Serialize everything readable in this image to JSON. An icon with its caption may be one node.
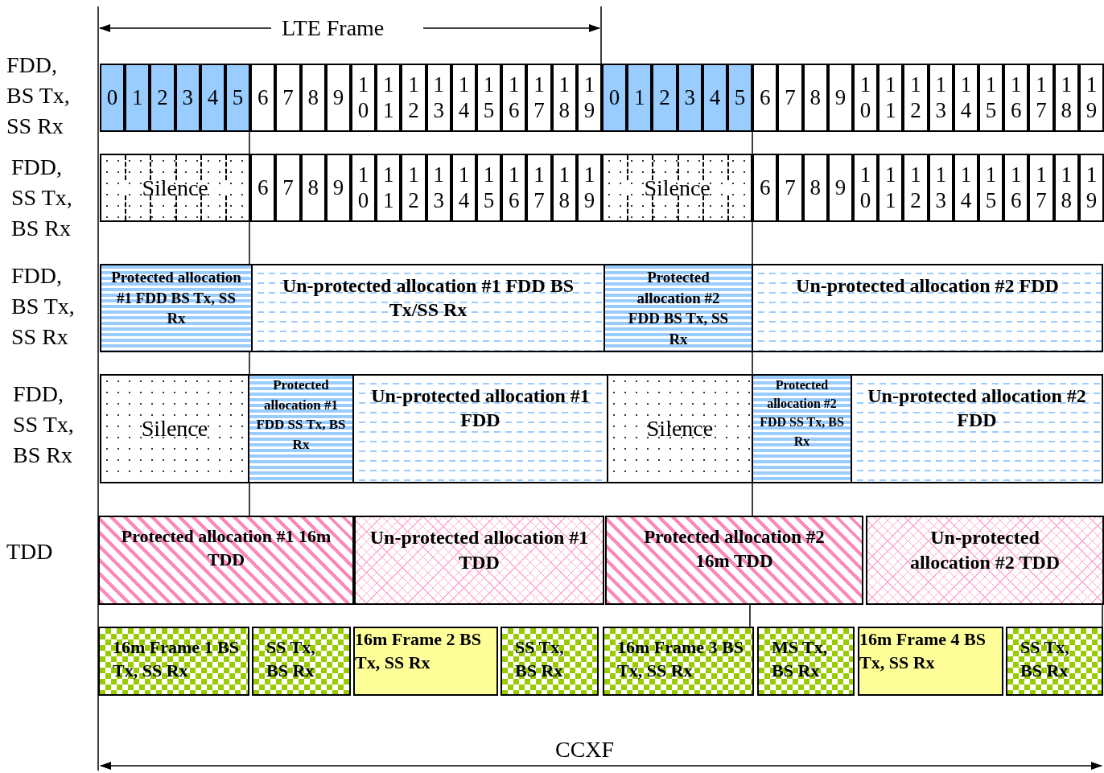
{
  "diagram": {
    "nodes": [
      {
        "text": [
          "0"
        ]
      },
      {
        "text": [
          "1"
        ]
      },
      {
        "text": [
          "2"
        ]
      },
      {
        "text": [
          "3"
        ]
      },
      {
        "text": [
          "4"
        ]
      },
      {
        "text": [
          "5"
        ]
      },
      {
        "text": [
          "6"
        ]
      },
      {
        "text": [
          "7"
        ]
      },
      {
        "text": [
          "8"
        ]
      },
      {
        "text": [
          "9"
        ]
      },
      {
        "text": [
          "10"
        ]
      },
      {
        "text": [
          "11"
        ]
      },
      {
        "text": [
          "12"
        ]
      },
      {
        "text": [
          "13"
        ]
      },
      {
        "text": [
          "14"
        ]
      },
      {
        "text": [
          "15"
        ]
      },
      {
        "text": [
          "16"
        ]
      },
      {
        "text": [
          "17"
        ]
      },
      {
        "text": [
          "18"
        ]
      },
      {
        "text": [
          "19"
        ]
      },
      {
        "text": [
          "0"
        ]
      },
      {
        "text": [
          "1"
        ]
      },
      {
        "text": [
          "2"
        ]
      },
      {
        "text": [
          "3"
        ]
      },
      {
        "text": [
          "4"
        ]
      },
      {
        "text": [
          "5"
        ]
      },
      {
        "text": [
          "6"
        ]
      },
      {
        "text": [
          "7"
        ]
      },
      {
        "text": [
          "8"
        ]
      },
      {
        "text": [
          "9"
        ]
      },
      {
        "text": [
          "10"
        ]
      },
      {
        "text": [
          "11"
        ]
      },
      {
        "text": [
          "12"
        ]
      },
      {
        "text": [
          "13"
        ]
      },
      {
        "text": [
          "14"
        ]
      },
      {
        "text": [
          "15"
        ]
      },
      {
        "text": [
          "16"
        ]
      },
      {
        "text": [
          "17"
        ]
      },
      {
        "text": [
          "18"
        ]
      },
      {
        "text": [
          "19"
        ]
      },
      {
        "text": [
          "Silence"
        ]
      },
      {
        "text": [
          "6"
        ]
      },
      {
        "text": [
          "7"
        ]
      },
      {
        "text": [
          "8"
        ]
      },
      {
        "text": [
          "9"
        ]
      },
      {
        "text": [
          "10"
        ]
      },
      {
        "text": [
          "11"
        ]
      },
      {
        "text": [
          "12"
        ]
      },
      {
        "text": [
          "13"
        ]
      },
      {
        "text": [
          "14"
        ]
      },
      {
        "text": [
          "15"
        ]
      },
      {
        "text": [
          "16"
        ]
      },
      {
        "text": [
          "17"
        ]
      },
      {
        "text": [
          "18"
        ]
      },
      {
        "text": [
          "19"
        ]
      },
      {
        "text": [
          "Silence"
        ]
      },
      {
        "text": [
          "6"
        ]
      },
      {
        "text": [
          "7"
        ]
      },
      {
        "text": [
          "8"
        ]
      },
      {
        "text": [
          "9"
        ]
      },
      {
        "text": [
          "10"
        ]
      },
      {
        "text": [
          "11"
        ]
      },
      {
        "text": [
          "12"
        ]
      },
      {
        "text": [
          "13"
        ]
      },
      {
        "text": [
          "14"
        ]
      },
      {
        "text": [
          "15"
        ]
      },
      {
        "text": [
          "16"
        ]
      },
      {
        "text": [
          "17"
        ]
      },
      {
        "text": [
          "18"
        ]
      },
      {
        "text": [
          "19"
        ]
      },
      {
        "text": [
          "Protected allocation #1 FDD BS Tx, SS Rx"
        ]
      },
      {
        "text": [
          "Un-protected allocation #1 FDD BS Tx/SS Rx"
        ]
      },
      {
        "text": [
          "Protected allocation #2 FDD BS Tx, SS Rx"
        ]
      },
      {
        "text": [
          "Un-protected allocation #2 FDD"
        ]
      },
      {
        "text": [
          "Silence"
        ]
      },
      {
        "text": [
          "Protected allocation #1 FDD SS Tx, BS Rx"
        ]
      },
      {
        "text": [
          "Un-protected allocation #1 FDD"
        ]
      },
      {
        "text": [
          "Silence"
        ]
      },
      {
        "text": [
          "Protected allocation #2 FDD SS Tx, BS Rx"
        ]
      },
      {
        "text": [
          "Un-protected allocation #2 FDD"
        ]
      },
      {
        "text": [
          "Protected allocation #1 16m TDD"
        ]
      },
      {
        "text": [
          "Un-protected allocation #1 TDD"
        ]
      },
      {
        "text": [
          "Protected allocation #2 16m TDD"
        ]
      },
      {
        "text": [
          "Un-protected allocation #2 TDD"
        ]
      },
      {
        "text": [
          "16m Frame 1 BS Tx, SS Rx"
        ]
      },
      {
        "text": [
          "SS Tx, BS Rx"
        ]
      },
      {
        "text": [
          "16m Frame 2 BS Tx, SS Rx"
        ]
      },
      {
        "text": [
          "SS Tx, BS Rx"
        ]
      },
      {
        "text": [
          "16m Frame 3 BS Tx, SS Rx"
        ]
      },
      {
        "text": [
          "MS Tx, BS Rx"
        ]
      },
      {
        "text": [
          "16m Frame 4 BS Tx, SS Rx"
        ]
      },
      {
        "text": [
          "SS Tx, BS Rx"
        ]
      }
    ],
    "labels": [
      "LTE Frame",
      "FDD, BS Tx, SS Rx",
      "FDD, SS Tx, BS Rx",
      "FDD, BS Tx, SS Rx",
      "FDD, SS Tx, BS Rx",
      "TDD",
      "CCXF"
    ]
  }
}
